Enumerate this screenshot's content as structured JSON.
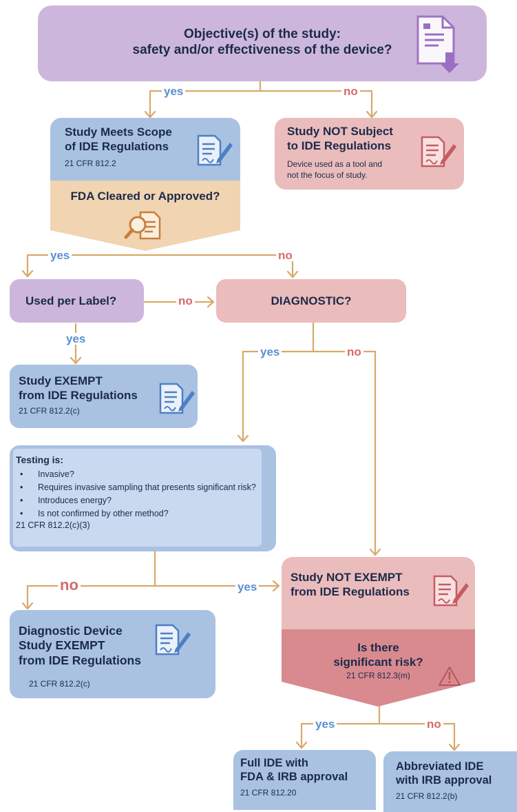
{
  "objective": {
    "line1": "Objective(s) of the study:",
    "line2": "safety and/or effectiveness of the device?"
  },
  "meets_scope": {
    "line1": "Study Meets Scope",
    "line2": "of IDE Regulations",
    "cfr": "21 CFR 812.2"
  },
  "fda_cleared": {
    "title": "FDA Cleared or Approved?"
  },
  "not_subject": {
    "line1": "Study NOT Subject",
    "line2": "to IDE Regulations",
    "note1": "Device used as a tool and",
    "note2": "not the focus of study."
  },
  "used_per_label": {
    "title": "Used per Label?"
  },
  "diagnostic": {
    "title": "DIAGNOSTIC?"
  },
  "exempt": {
    "line1": "Study EXEMPT",
    "line2": "from IDE Regulations",
    "cfr": "21 CFR 812.2(c)"
  },
  "testing": {
    "title": "Testing is:",
    "items": [
      "Invasive?",
      "Requires invasive sampling that presents significant risk?",
      "Introduces energy?",
      "Is not confirmed by other method?"
    ],
    "cfr": "21 CFR 812.2(c)(3)"
  },
  "not_exempt": {
    "line1": "Study NOT EXEMPT",
    "line2": "from IDE Regulations"
  },
  "significant_risk": {
    "line1": "Is there",
    "line2": "significant risk?",
    "cfr": "21 CFR 812.3(m)"
  },
  "diag_exempt": {
    "line1": "Diagnostic Device",
    "line2": "Study EXEMPT",
    "line3": "from IDE Regulations",
    "cfr": "21 CFR 812.2(c)"
  },
  "full_ide": {
    "line1": "Full IDE with",
    "line2": "FDA & IRB approval",
    "cfr": "21 CFR 812.20"
  },
  "abbrev_ide": {
    "line1": "Abbreviated IDE",
    "line2": "with IRB approval",
    "cfr": "21 CFR 812.2(b)"
  },
  "labels": {
    "yes": "yes",
    "no": "no"
  },
  "colors": {
    "line": "#d9a86a",
    "yes": "#5a8fd3",
    "no": "#d66a6a",
    "purple": "#cdb6dc",
    "blue": "#a9c2e2",
    "tan": "#f1d4b2",
    "pink": "#ebbcbc",
    "darkpink": "#d98a8f"
  },
  "icons": [
    "document-download-icon",
    "document-pen-icon",
    "magnifier-document-icon",
    "warning-icon"
  ]
}
